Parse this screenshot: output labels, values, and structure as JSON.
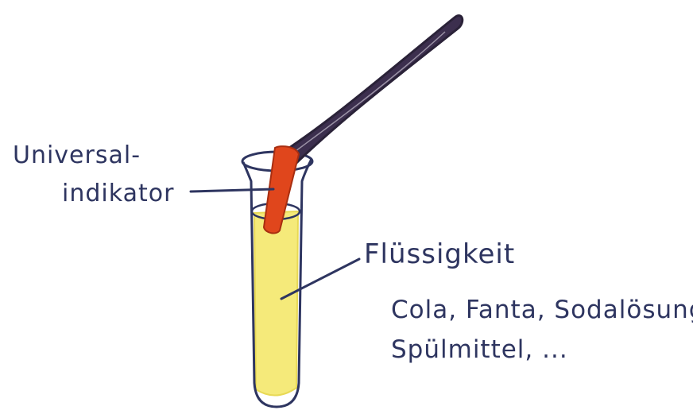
{
  "labels": {
    "indicator_line1": "Universal-",
    "indicator_line2": "indikator",
    "liquid": "Flüssigkeit",
    "examples_line1": "Cola, Fanta, Sodalösung",
    "examples_line2": "Spülmittel, ..."
  },
  "colors": {
    "ink": "#2e3560",
    "tweezers": "#3c2f4e",
    "indicator_strip": "#e0461c",
    "liquid": "#f5ea7a"
  }
}
